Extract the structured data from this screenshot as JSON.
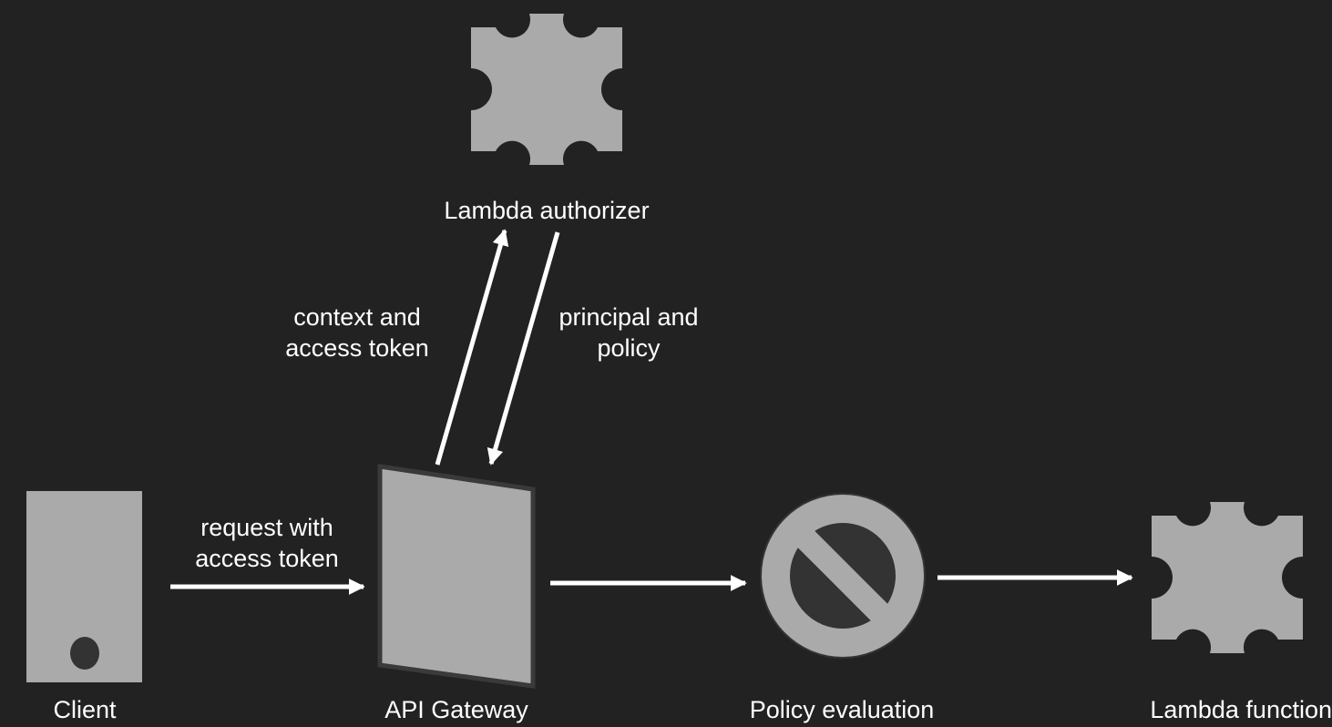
{
  "nodes": {
    "client": {
      "label": "Client",
      "icon": "mobile-device-icon"
    },
    "api_gateway": {
      "label": "API Gateway",
      "icon": "gateway-panel-icon"
    },
    "lambda_authorizer": {
      "label": "Lambda authorizer",
      "icon": "gear-icon"
    },
    "policy_evaluation": {
      "label": "Policy evaluation",
      "icon": "prohibited-icon"
    },
    "lambda_function": {
      "label": "Lambda function",
      "icon": "gear-icon"
    }
  },
  "edges": {
    "client_to_gateway": {
      "line1": "request with",
      "line2": "access token"
    },
    "gateway_to_authorizer": {
      "line1": "context and",
      "line2": "access token"
    },
    "authorizer_to_gateway": {
      "line1": "principal and",
      "line2": "policy"
    }
  },
  "colors": {
    "background": "#222222",
    "shape_fill": "#aaaaaa",
    "shape_dark": "#333333",
    "arrow": "#ffffff",
    "text": "#ffffff"
  }
}
